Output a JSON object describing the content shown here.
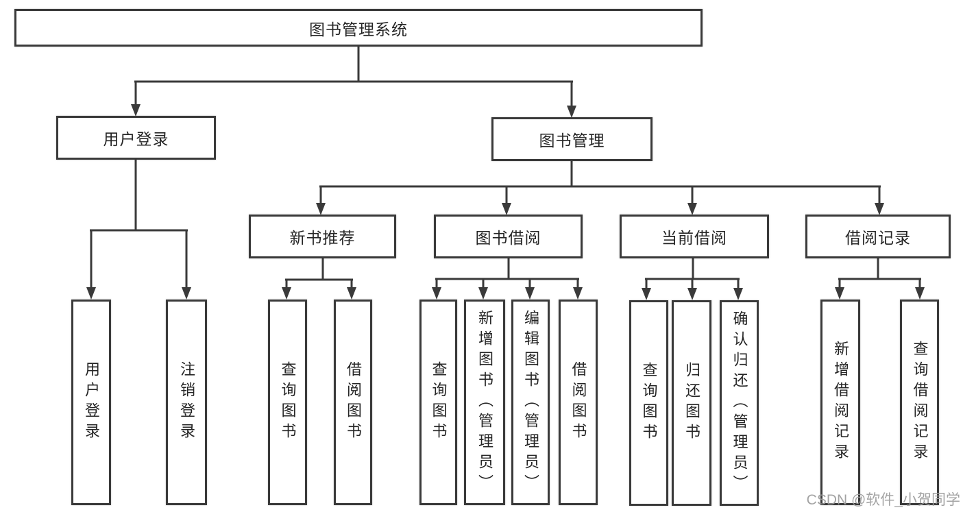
{
  "tree": {
    "root": "图书管理系统",
    "children": [
      {
        "label": "用户登录",
        "children": [
          {
            "label": "用户登录"
          },
          {
            "label": "注销登录"
          }
        ]
      },
      {
        "label": "图书管理",
        "children": [
          {
            "label": "新书推荐",
            "children": [
              {
                "label": "查询图书"
              },
              {
                "label": "借阅图书"
              }
            ]
          },
          {
            "label": "图书借阅",
            "children": [
              {
                "label": "查询图书"
              },
              {
                "label": "新增图书（管理员）"
              },
              {
                "label": "编辑图书（管理员）"
              },
              {
                "label": "借阅图书"
              }
            ]
          },
          {
            "label": "当前借阅",
            "children": [
              {
                "label": "查询图书"
              },
              {
                "label": "归还图书"
              },
              {
                "label": "确认归还（管理员）"
              }
            ]
          },
          {
            "label": "借阅记录",
            "children": [
              {
                "label": "新增借阅记录"
              },
              {
                "label": "查询借阅记录"
              }
            ]
          }
        ]
      }
    ]
  },
  "colors": {
    "line": "#3a3a3a",
    "text": "#252525",
    "watermark": "#9e9e9e"
  },
  "watermark": "CSDN @软件_小贺同学"
}
